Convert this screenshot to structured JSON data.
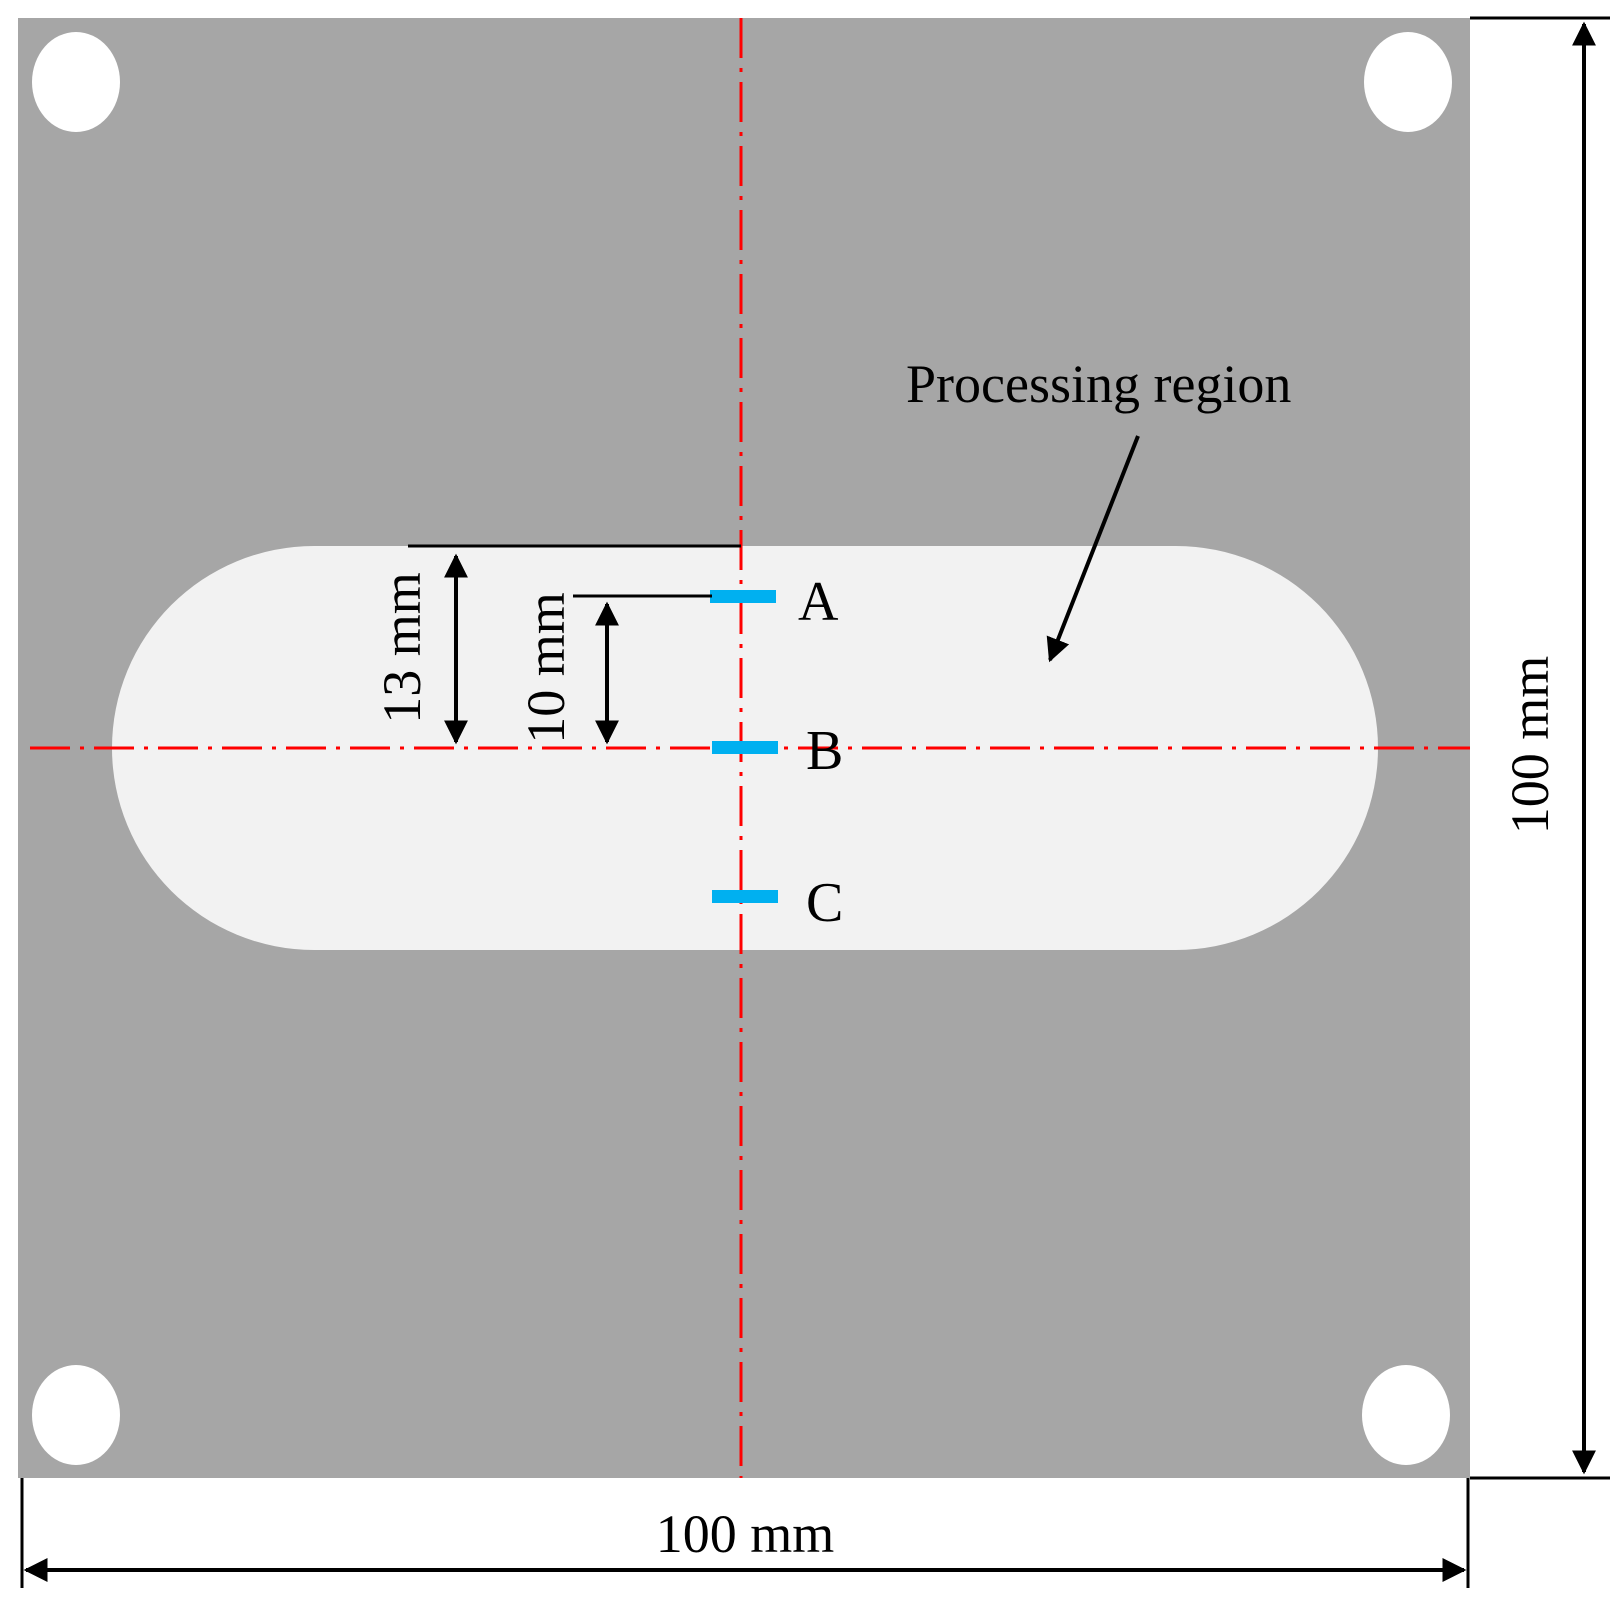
{
  "labels": {
    "region": "Processing region",
    "point_a": "A",
    "point_b": "B",
    "point_c": "C",
    "dim_13": "13 mm",
    "dim_10": "10 mm",
    "width": "100 mm",
    "height": "100 mm"
  },
  "colors": {
    "plate": "#a6a6a6",
    "region": "#f2f2f2",
    "holes": "#ffffff",
    "center_lines": "#ff0000",
    "measurement_points": "#00b0f0",
    "dimension_lines": "#000000"
  }
}
